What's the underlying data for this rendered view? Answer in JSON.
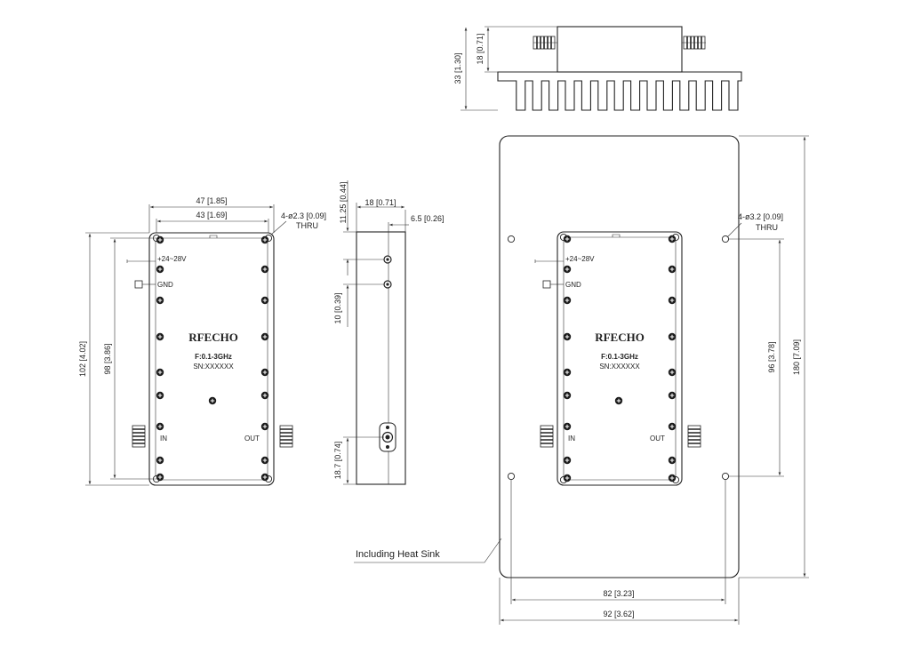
{
  "labels": {
    "voltage": "+24~28V",
    "gnd": "GND",
    "in": "IN",
    "out": "OUT",
    "brand": "RFECHO",
    "freq": "F:0.1-3GHz",
    "serial": "SN:XXXXXX",
    "holes_small": "4-ø2.3 [0.09]",
    "holes_large": "4-ø3.2 [0.09]",
    "thru": "THRU",
    "heatsink_callout": "Including Heat Sink"
  },
  "dims": {
    "top_height_total": "33 [1.30]",
    "top_height_body": "18 [0.71]",
    "front_width_outer": "47 [1.85]",
    "front_width_inner": "43 [1.69]",
    "front_height_outer": "102 [4.02]",
    "front_height_inner": "98 [3.86]",
    "side_depth": "18 [0.71]",
    "side_offset": "6.5 [0.26]",
    "side_top_gap": "11.25 [0.44]",
    "side_conn_pitch": "10 [0.39]",
    "side_bottom": "18.7 [0.74]",
    "hs_height_holes": "96 [3.78]",
    "hs_height_total": "180 [7.09]",
    "hs_width_holes": "82 [3.23]",
    "hs_width_total": "92 [3.62]"
  }
}
